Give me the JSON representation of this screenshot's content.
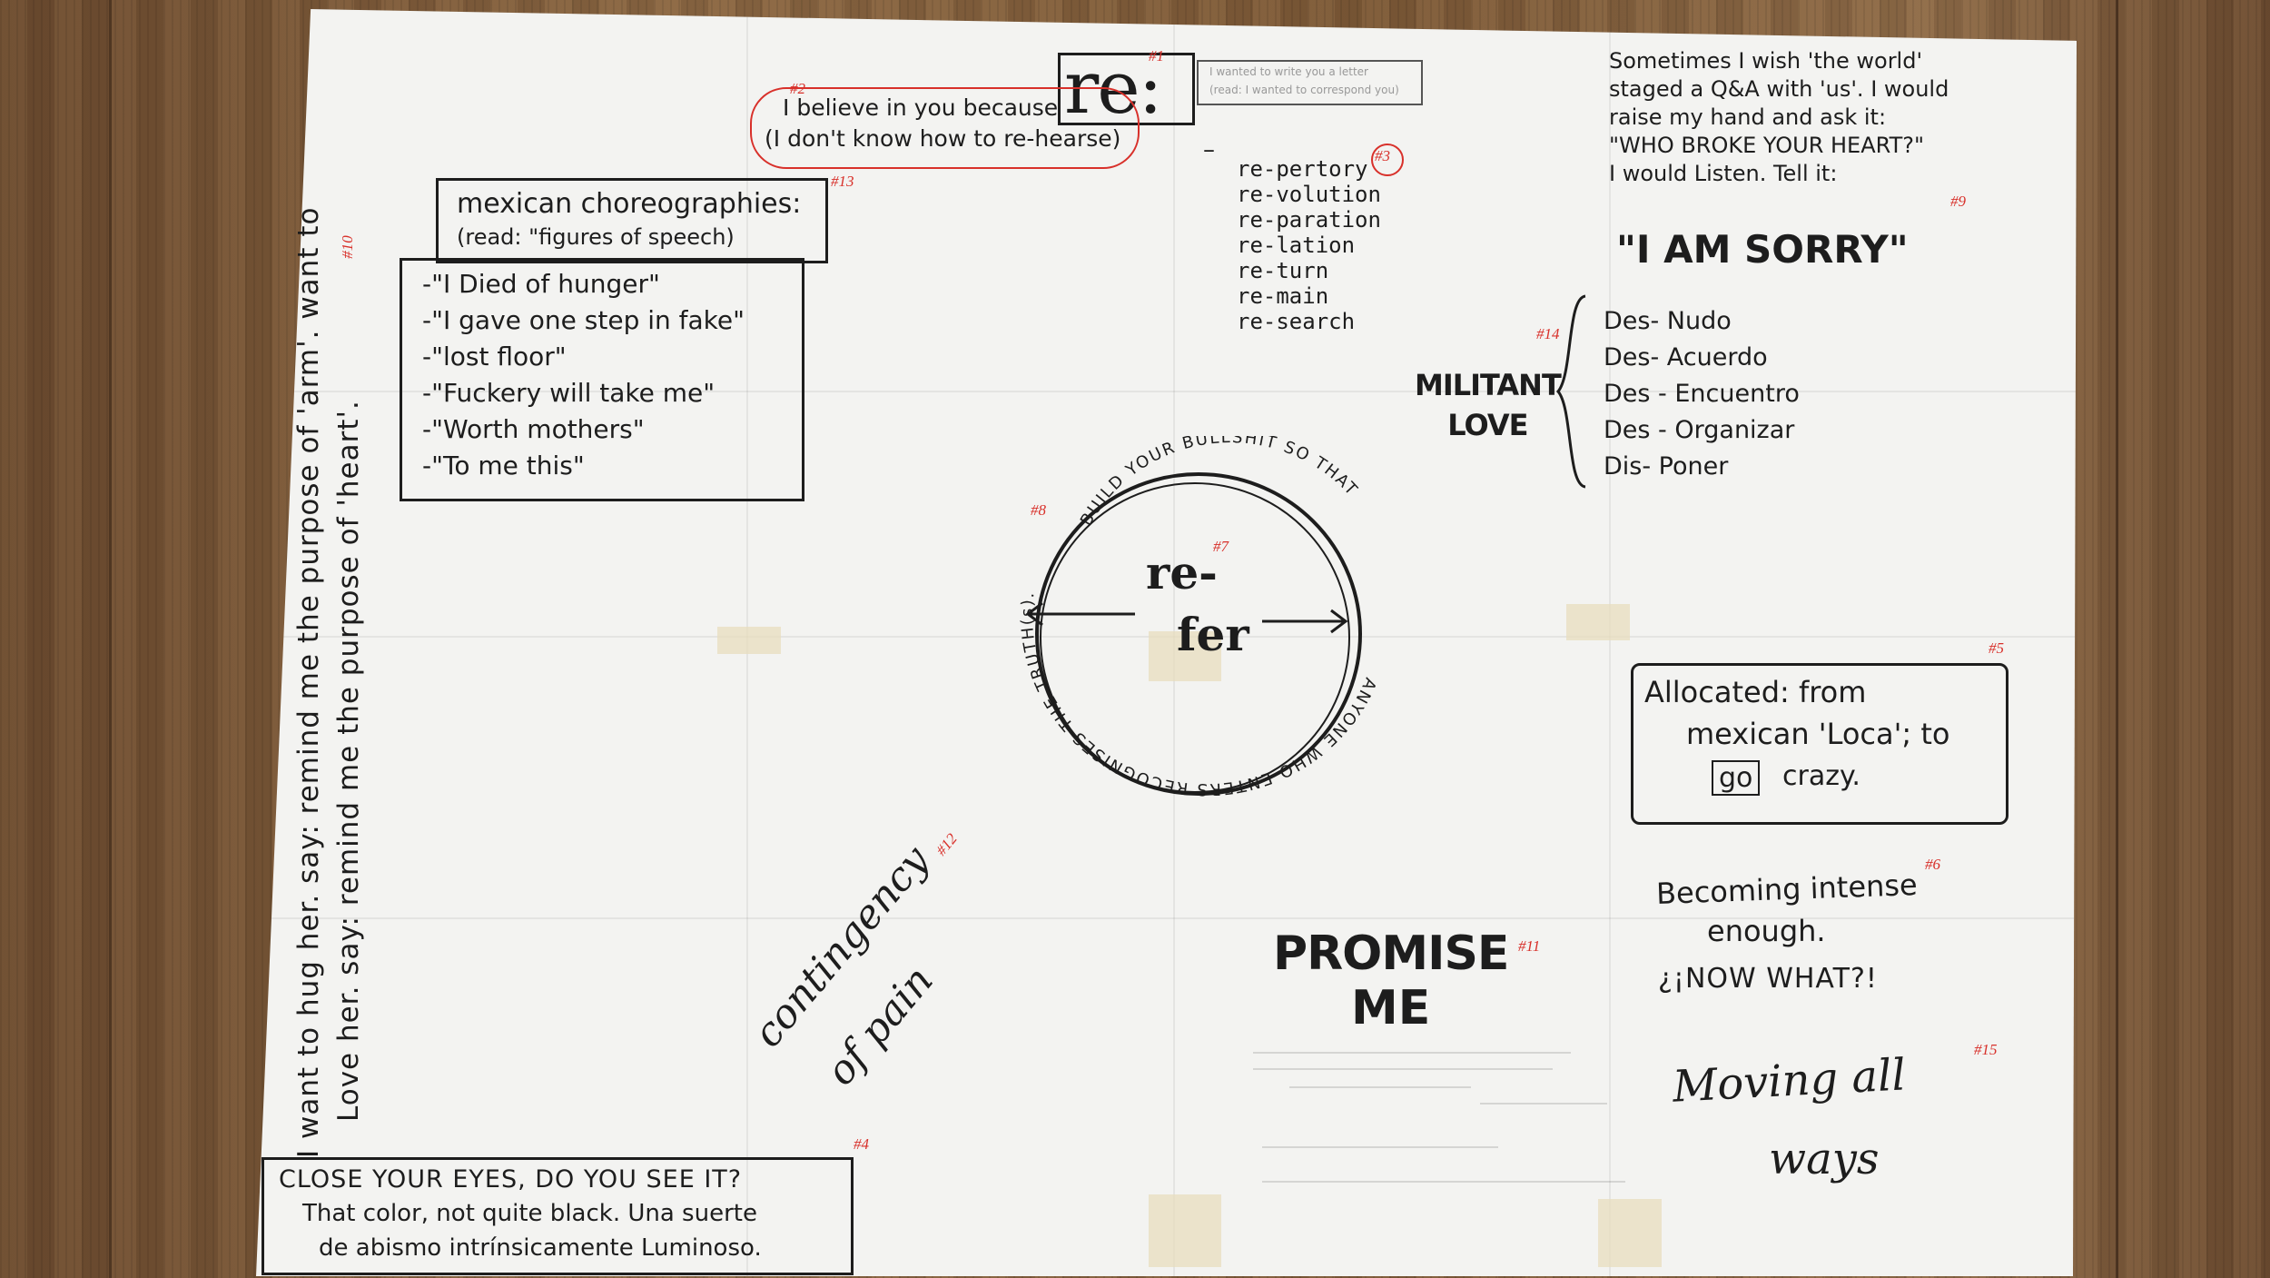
{
  "colors": {
    "paper": "#f3f3f1",
    "ink": "#1d1d1d",
    "red": "#d8302a",
    "wood": "#7a5a3c"
  },
  "title": {
    "text": "re:",
    "num": "#1"
  },
  "faint_note": {
    "line1": "I wanted to write you a letter",
    "line2": "(read: I wanted to correspond you)"
  },
  "believe": {
    "num": "#2",
    "line1": "I believe in you because",
    "line2": "(I don't know how to re-hearse)"
  },
  "repertory": {
    "num": "#3",
    "dash": "–",
    "items": [
      "re-pertory",
      "re-volution",
      "re-paration",
      "re-lation",
      "re-turn",
      "re-main",
      "re-search"
    ]
  },
  "choreo": {
    "num": "#13",
    "title": "mexican choreographies:",
    "subtitle": "(read: \"figures of speech)",
    "items": [
      "-\"I Died of hunger\"",
      "-\"I gave one step in fake\"",
      "-\"lost floor\"",
      "-\"Fuckery will take me\"",
      "-\"Worth mothers\"",
      "-\"To me this\""
    ]
  },
  "vertical": {
    "num": "#10",
    "line1": "I want to hug her. say: remind me the purpose of 'arm'. want to",
    "line2": "Love her. say: remind me the purpose of 'heart'."
  },
  "qa": {
    "num": "#9",
    "lines": [
      "Sometimes I wish 'the world'",
      "staged a Q&A with 'us'. I would",
      "raise my hand and ask it:",
      "\"WHO BROKE YOUR HEART?\"",
      "I would Listen. Tell it:"
    ],
    "sorry": "\"I AM SORRY\""
  },
  "militant": {
    "num": "#14",
    "label1": "MILITANT",
    "label2": "LOVE",
    "items": [
      "Des- Nudo",
      "Des- Acuerdo",
      "Des - Encuentro",
      "Des - Organizar",
      "Dis- Poner"
    ]
  },
  "circle": {
    "num8": "#8",
    "num7": "#7",
    "top": "BUILD YOUR BULLSHIT SO THAT",
    "right": "ANYONE WHO ENTERS RECOGNISES THE TRUTH(s).",
    "center1": "re-",
    "center2": "fer"
  },
  "allocated": {
    "num": "#5",
    "line1": "Allocated: from",
    "line2": "mexican 'Loca'; to",
    "go": "go",
    "line3": "crazy."
  },
  "intense": {
    "num": "#6",
    "line1": "Becoming intense",
    "line2": "enough.",
    "line3": "¿¡NOW WHAT?!"
  },
  "moving": {
    "num": "#15",
    "line1": "Moving all",
    "line2": "ways"
  },
  "promise": {
    "num": "#11",
    "line1": "PROMISE",
    "line2": "ME"
  },
  "contingency": {
    "num": "#12",
    "line1": "contingency",
    "line2": "of pain"
  },
  "close_eyes": {
    "num": "#4",
    "line1": "CLOSE YOUR EYES, DO YOU SEE IT?",
    "line2": "That color, not quite black. Una suerte",
    "line3": "de abismo intrínsicamente Luminoso."
  }
}
